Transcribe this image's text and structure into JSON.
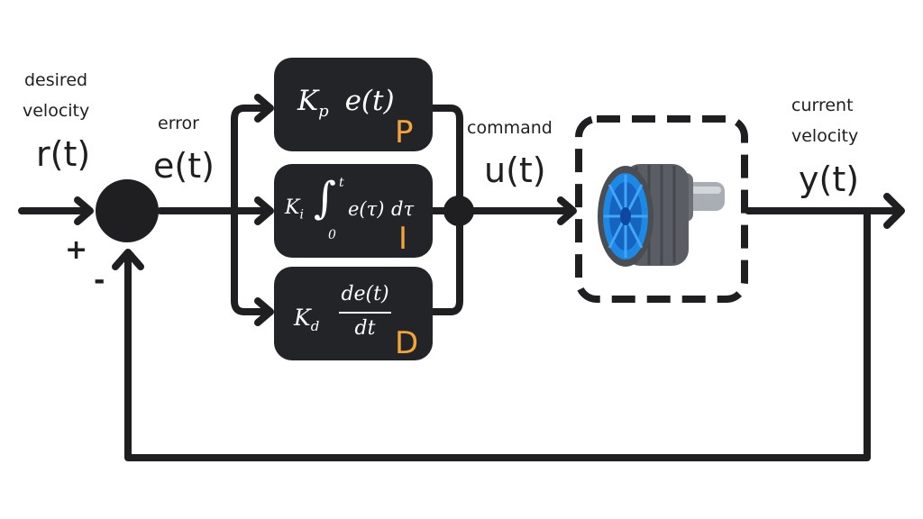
{
  "labels": {
    "desired_line1": "desired",
    "desired_line2": "velocity",
    "reference_symbol": "r(t)",
    "error_word": "error",
    "error_symbol": "e(t)",
    "command_word": "command",
    "command_symbol": "u(t)",
    "current_line1": "current",
    "current_line2": "velocity",
    "output_symbol": "y(t)",
    "plus_sign": "+",
    "minus_sign": "-"
  },
  "blocks": {
    "p": {
      "tag": "P",
      "gain": "K",
      "gain_sub": "p",
      "term": "e(t)"
    },
    "i": {
      "tag": "I",
      "gain": "K",
      "gain_sub": "i",
      "integral": "∫",
      "upper_limit": "t",
      "lower_limit": "0",
      "integrand": "e(τ)",
      "differential": "dτ"
    },
    "d": {
      "tag": "D",
      "gain": "K",
      "gain_sub": "d",
      "numerator": "de(t)",
      "denominator": "dt"
    }
  },
  "plant": {
    "icon": "wheel-motor-icon"
  },
  "colors": {
    "line": "#1f1f21",
    "block": "#232427",
    "accent": "#f2a33a",
    "wheel_rim": "#1e88e5",
    "tire": "#5a5d63"
  }
}
